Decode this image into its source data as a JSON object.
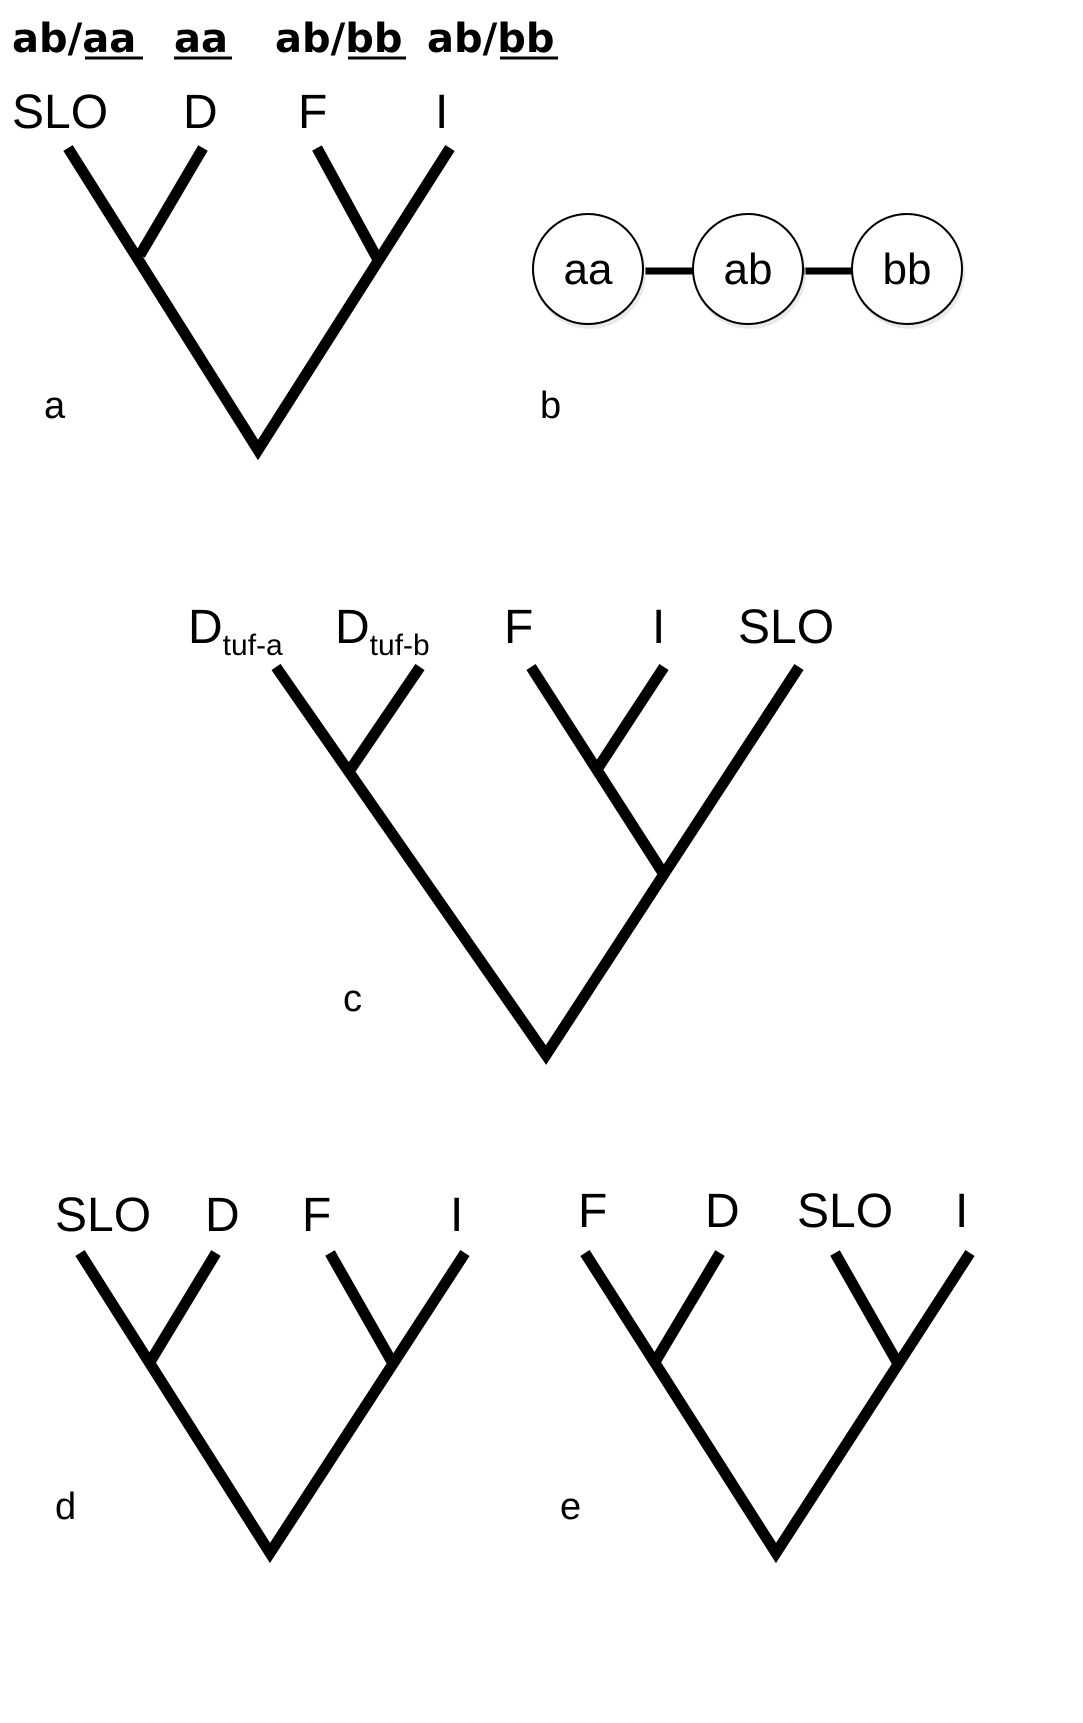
{
  "panel_a": {
    "label": "a",
    "genotypes": [
      {
        "plain": "ab/",
        "underlined": "aa"
      },
      {
        "plain": "",
        "underlined": "aa"
      },
      {
        "plain": "ab/",
        "underlined": "bb"
      },
      {
        "plain": "ab/",
        "underlined": "bb"
      }
    ],
    "tips": [
      "SLO",
      "D",
      "F",
      "I"
    ]
  },
  "panel_b": {
    "label": "b",
    "nodes": [
      "aa",
      "ab",
      "bb"
    ]
  },
  "panel_c": {
    "label": "c",
    "tips": [
      {
        "main": "D",
        "sub": "tuf-a"
      },
      {
        "main": "D",
        "sub": "tuf-b"
      },
      {
        "main": "F",
        "sub": ""
      },
      {
        "main": "I",
        "sub": ""
      },
      {
        "main": "SLO",
        "sub": ""
      }
    ]
  },
  "panel_d": {
    "label": "d",
    "tips": [
      "SLO",
      "D",
      "F",
      "I"
    ]
  },
  "panel_e": {
    "label": "e",
    "tips": [
      "F",
      "D",
      "SLO",
      "I"
    ]
  }
}
